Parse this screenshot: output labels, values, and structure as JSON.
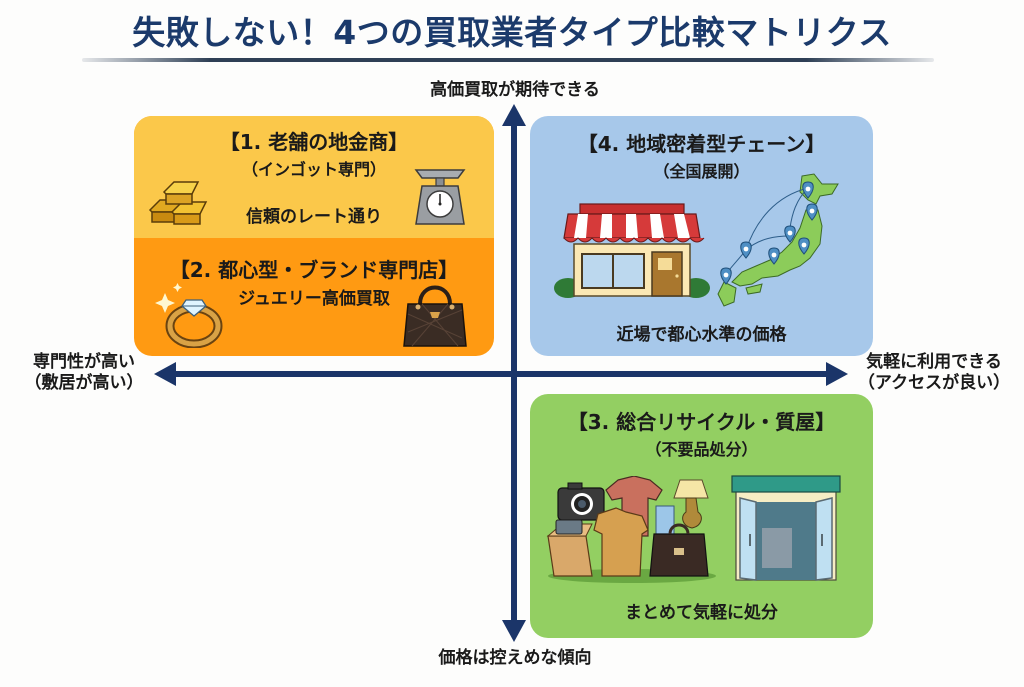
{
  "title": "失敗しない！4つの買取業者タイプ比較マトリクス",
  "axes": {
    "top": "高価買取が期待できる",
    "bottom": "価格は控えめな傾向",
    "left_line1": "専門性が高い",
    "left_line2": "（敷居が高い）",
    "right_line1": "気軽に利用できる",
    "right_line2": "（アクセスが良い）"
  },
  "quadrants": {
    "q1": {
      "title": "【1. 老舗の地金商】",
      "subtitle": "（インゴット専門）",
      "caption": "信頼のレート通り",
      "color": "#fbc84a",
      "icons": [
        "gold-bars-icon",
        "scale-icon"
      ]
    },
    "q2": {
      "title": "【2. 都心型・ブランド専門店】",
      "caption": "ジュエリー高価買取",
      "color": "#ff9a12",
      "icons": [
        "diamond-ring-icon",
        "handbag-icon"
      ]
    },
    "q4": {
      "title": "【4. 地域密着型チェーン】",
      "subtitle": "（全国展開）",
      "caption": "近場で都心水準の価格",
      "color": "#a7c8ea",
      "icons": [
        "storefront-icon",
        "japan-map-icon"
      ]
    },
    "q3": {
      "title": "【3. 総合リサイクル・質屋】",
      "subtitle": "（不要品処分）",
      "caption": "まとめて気軽に処分",
      "color": "#93cf62",
      "icons": [
        "used-goods-pile-icon",
        "open-door-shop-icon"
      ]
    }
  },
  "colors": {
    "title": "#1b3a6b",
    "axis": "#1b3569"
  }
}
